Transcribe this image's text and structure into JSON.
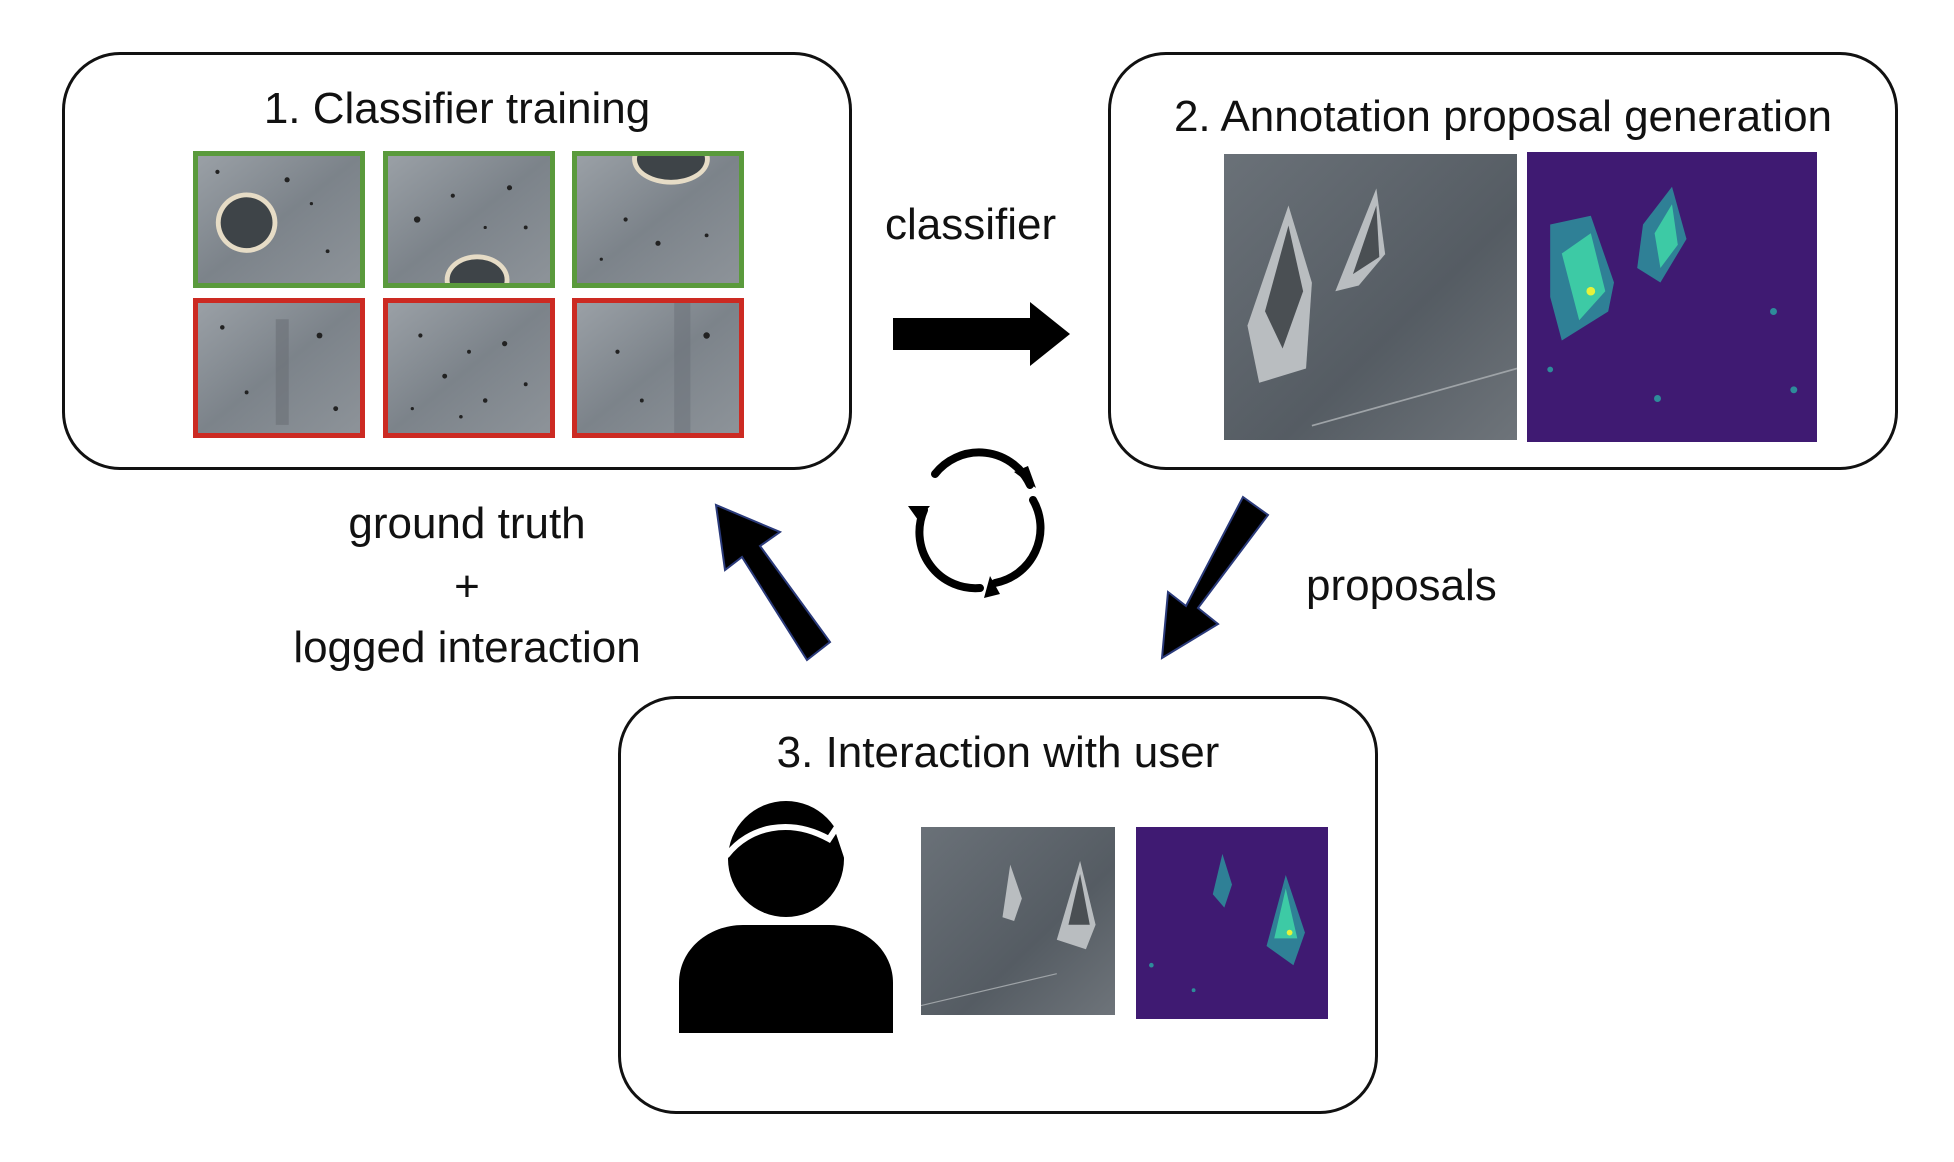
{
  "stage1": {
    "title": "1. Classifier training"
  },
  "stage2": {
    "title": "2. Annotation proposal generation"
  },
  "stage3": {
    "title": "3. Interaction with user"
  },
  "edges": {
    "classifier": "classifier",
    "proposals": "proposals",
    "feedback_line1": "ground truth",
    "feedback_line2": "+",
    "feedback_line3": "logged interaction"
  },
  "icons": {
    "cycle": "refresh-cycle-icon",
    "user": "user-icon"
  },
  "colors": {
    "positive_border": "#5a9a3c",
    "negative_border": "#cc2a22",
    "heatmap_background": "#3f1a72",
    "heatmap_hot": "#3fd1a6",
    "concrete": "#8a9096"
  }
}
